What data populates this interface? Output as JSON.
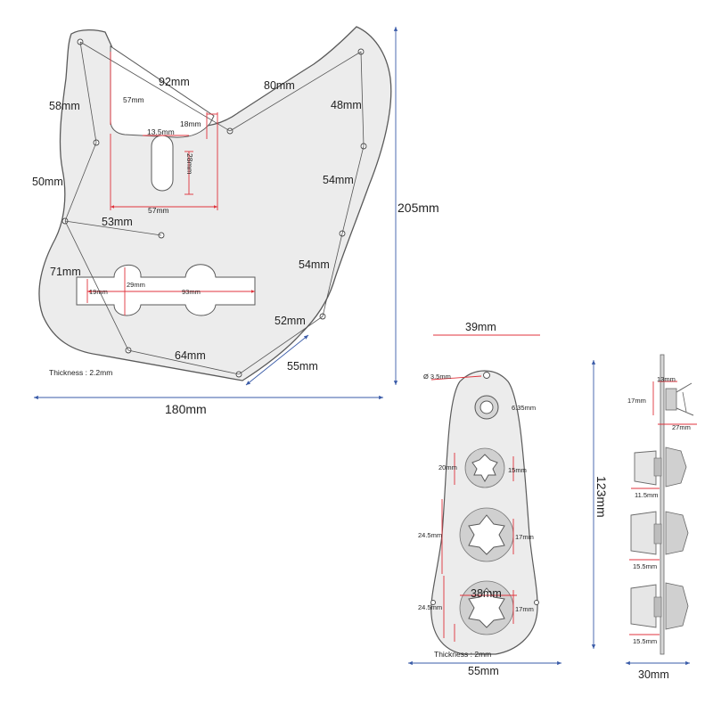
{
  "pickguard": {
    "width_label": "180mm",
    "height_label": "205mm",
    "thickness_label": "Thickness : 2.2mm",
    "edge_labels": {
      "top_92": "92mm",
      "top_80": "80mm",
      "left_58": "58mm",
      "right_48": "48mm",
      "left_50": "50mm",
      "right_54_upper": "54mm",
      "inner_53": "53mm",
      "right_54_lower": "54mm",
      "left_71": "71mm",
      "right_52": "52mm",
      "bottom_64": "64mm",
      "bottom_55": "55mm"
    },
    "neck_cutout": {
      "depth_label": "57mm",
      "width_label": "57mm",
      "horn_label": "18mm",
      "slot_offset_label": "13.5mm",
      "slot_length_label": "28mm"
    },
    "pickup_cutout": {
      "length_label": "93mm",
      "width_label": "19mm",
      "center_width_label": "29mm"
    }
  },
  "control_plate": {
    "width_top_label": "39mm",
    "width_bottom_label": "55mm",
    "height_label": "123mm",
    "thickness_label": "Thickness : 2mm",
    "screw_hole_label": "Ø 3.5mm",
    "jack_label": "6.35mm",
    "pot1_spacing_label": "20mm",
    "pot1_diameter_label": "15mm",
    "pot2_spacing_label": "24.5mm",
    "pot2_diameter_label": "17mm",
    "pot3_spacing_label": "24.5mm",
    "pot3_diameter_label": "17mm",
    "pot3_span_label": "38mm"
  },
  "side_view": {
    "width_label": "30mm",
    "jack_height_label": "17mm",
    "jack_depth_label": "13mm",
    "jack_length_label": "27mm",
    "knob1_label": "11.5mm",
    "knob2_label": "15.5mm",
    "knob3_label": "15.5mm"
  },
  "colors": {
    "dimension_blue": "#3a5ba8",
    "dimension_red": "#e0333c",
    "panel_fill": "#ececec"
  }
}
